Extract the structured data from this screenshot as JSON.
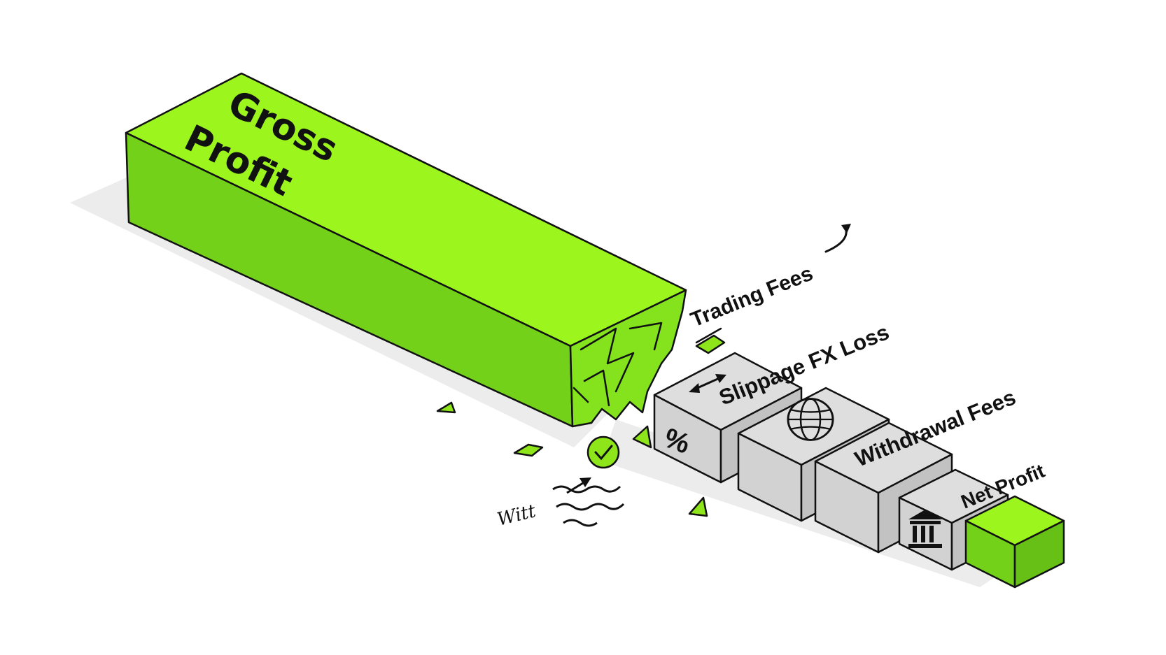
{
  "labels": {
    "gross_profit_line1": "Gross",
    "gross_profit_line2": "Profit",
    "trading_fees": "Trading Fees",
    "slippage_fx": "Slippage FX Loss",
    "withdrawal_fees": "Withdrawal Fees",
    "net_profit": "Net Profit",
    "scribble": "Witt"
  },
  "icons": {
    "percent_glyph": "%",
    "percent": "percent-icon",
    "globe": "globe-icon",
    "bank": "bank-icon",
    "swap": "double-arrow-icon",
    "check": "check-circle-icon",
    "undo": "curved-arrow-icon"
  },
  "colors": {
    "profit_green": "#8ee61a",
    "cost_gray": "#d4d4d4",
    "outline": "#111111",
    "shadow": "#ebebeb"
  }
}
